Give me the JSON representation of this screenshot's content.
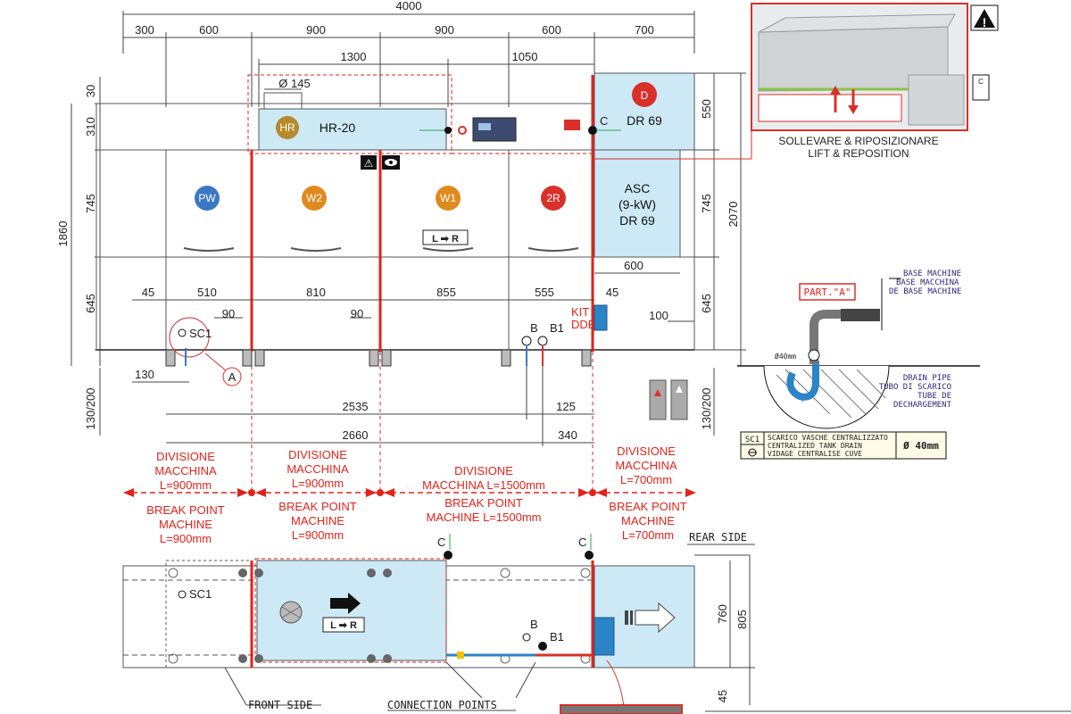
{
  "dimensions": {
    "top_total": "4000",
    "top_segments": [
      "300",
      "600",
      "900",
      "900",
      "600",
      "700"
    ],
    "second_row": [
      "1300",
      "1050"
    ],
    "left_heights": [
      "30",
      "310",
      "745",
      "645",
      "1860"
    ],
    "right_heights": [
      "550",
      "745",
      "645",
      "2070"
    ],
    "hr_diameter": "Ø 145",
    "bottom_row": [
      "45",
      "510",
      "810",
      "855",
      "555",
      "45"
    ],
    "small_90": [
      "90",
      "90"
    ],
    "dim_600": "600",
    "dim_100": "100",
    "dim_130": "130",
    "dim_2535": "2535",
    "dim_125": "125",
    "dim_2660": "2660",
    "dim_340": "340",
    "dim_130_200": [
      "130/200",
      "130/200"
    ],
    "plan_dims": [
      "760",
      "805",
      "45"
    ]
  },
  "modules": {
    "hr_badge": "HR",
    "hr_label": "HR-20",
    "d_badge": "D",
    "dr_label": "DR 69",
    "asc_line1": "ASC",
    "asc_line2": "(9-kW)",
    "asc_line3": "DR 69",
    "pw": "PW",
    "w2": "W2",
    "w1": "W1",
    "r2": "2R",
    "direction": "L ➡ R"
  },
  "connections": {
    "c": "C",
    "b": "B",
    "b1": "B1",
    "sc1": "SC1",
    "a": "A",
    "kit_line1": "KIT",
    "kit_line2": "DDE"
  },
  "divisions": [
    {
      "it1": "DIVISIONE",
      "it2": "MACCHINA",
      "it3": "L=900mm",
      "en1": "BREAK POINT",
      "en2": "MACHINE",
      "en3": "L=900mm"
    },
    {
      "it1": "DIVISIONE",
      "it2": "MACCHINA",
      "it3": "L=900mm",
      "en1": "BREAK POINT",
      "en2": "MACHINE",
      "en3": "L=900mm"
    },
    {
      "it1": "DIVISIONE",
      "it2": "MACCHINA L=1500mm",
      "en1": "BREAK POINT",
      "en2": "MACHINE L=1500mm"
    },
    {
      "it1": "DIVISIONE",
      "it2": "MACCHINA",
      "it3": "L=700mm",
      "en1": "BREAK POINT",
      "en2": "MACHINE",
      "en3": "L=700mm"
    }
  ],
  "inset": {
    "caption_it": "SOLLEVARE & RIPOSIZIONARE",
    "caption_en": "LIFT & REPOSITION",
    "warning_glyph": "!",
    "side_note": "C"
  },
  "detail": {
    "part": "PART.\"A\"",
    "base1": "BASE MACHINE",
    "base2": "BASE MACCHINA",
    "base3": "DE BASE MACHINE",
    "pipe_dia": "Ø40mm",
    "drain1": "DRAIN PIPE",
    "drain2": "TUBO DI SCARICO",
    "drain3": "TUBE DE",
    "drain4": "DECHARGEMENT"
  },
  "legend": {
    "code": "SC1",
    "line1": "SCARICO  VASCHE CENTRALIZZATO",
    "line2": "CENTRALIZED TANK  DRAIN",
    "line3": "VIDAGE  CENTRALISE CUVE",
    "diameter": "Ø 40mm"
  },
  "plan": {
    "rear": "REAR SIDE",
    "front": "FRONT SIDE",
    "connection_points": "CONNECTION POINTS",
    "direction": "L ➡ R",
    "sc1": "SC1",
    "b": "B",
    "b1": "B1",
    "c1": "C",
    "c2": "C"
  },
  "colors": {
    "module_fill": "#cde9f6",
    "red": "#e2231a",
    "pw_badge": "#3a78c2",
    "w_badge": "#e08a1e",
    "r_badge": "#d9302a"
  }
}
